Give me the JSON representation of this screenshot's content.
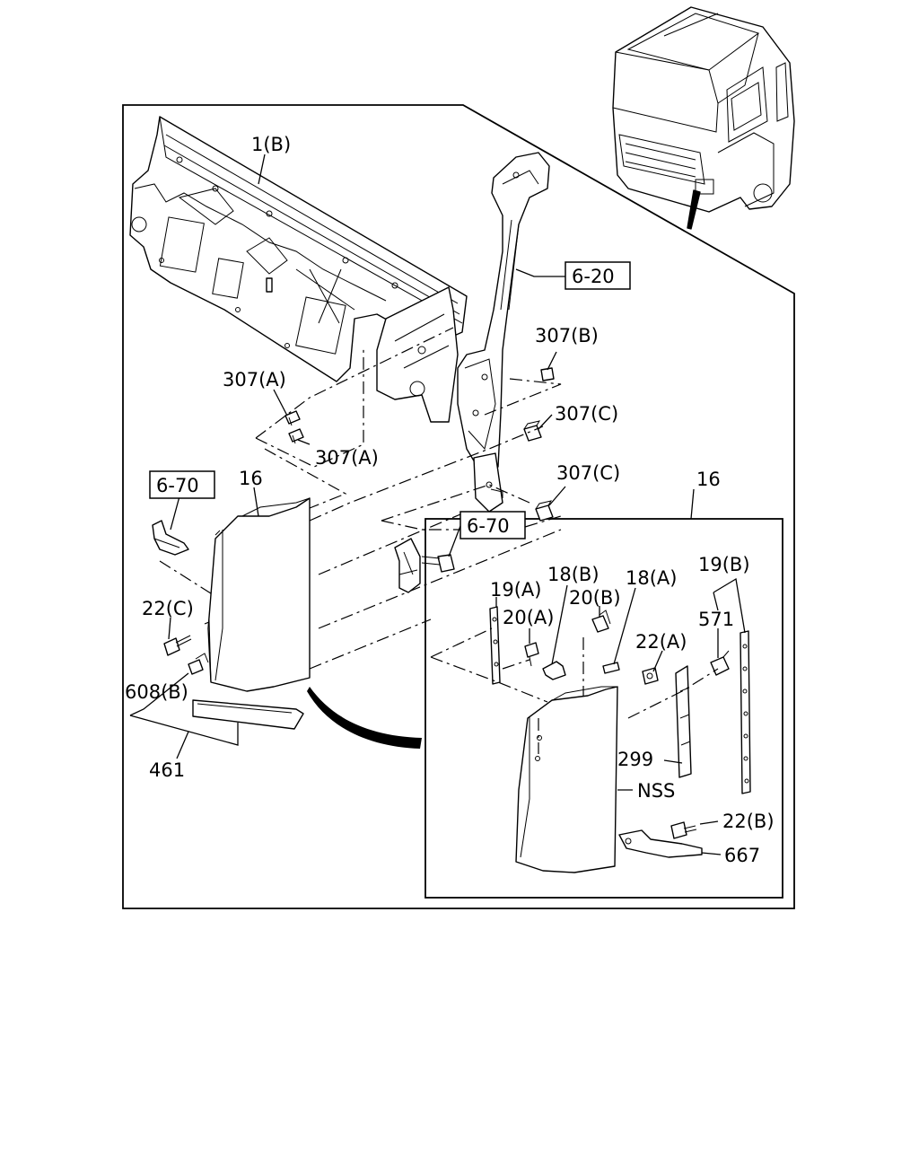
{
  "labels": {
    "l1B": "1(B)",
    "l620": "6-20",
    "l307B": "307(B)",
    "l307A1": "307(A)",
    "l307C1": "307(C)",
    "l307A2": "307(A)",
    "l307C2": "307(C)",
    "l670a": "6-70",
    "l16a": "16",
    "l16b": "16",
    "l670b": "6-70",
    "l22C": "22(C)",
    "l608B": "608(B)",
    "l461": "461",
    "l19A": "19(A)",
    "l18B": "18(B)",
    "l20A": "20(A)",
    "l20B": "20(B)",
    "l18A": "18(A)",
    "l19B": "19(B)",
    "l571": "571",
    "l22A": "22(A)",
    "l299": "299",
    "lNSS": "NSS",
    "l22B": "22(B)",
    "l667": "667"
  }
}
